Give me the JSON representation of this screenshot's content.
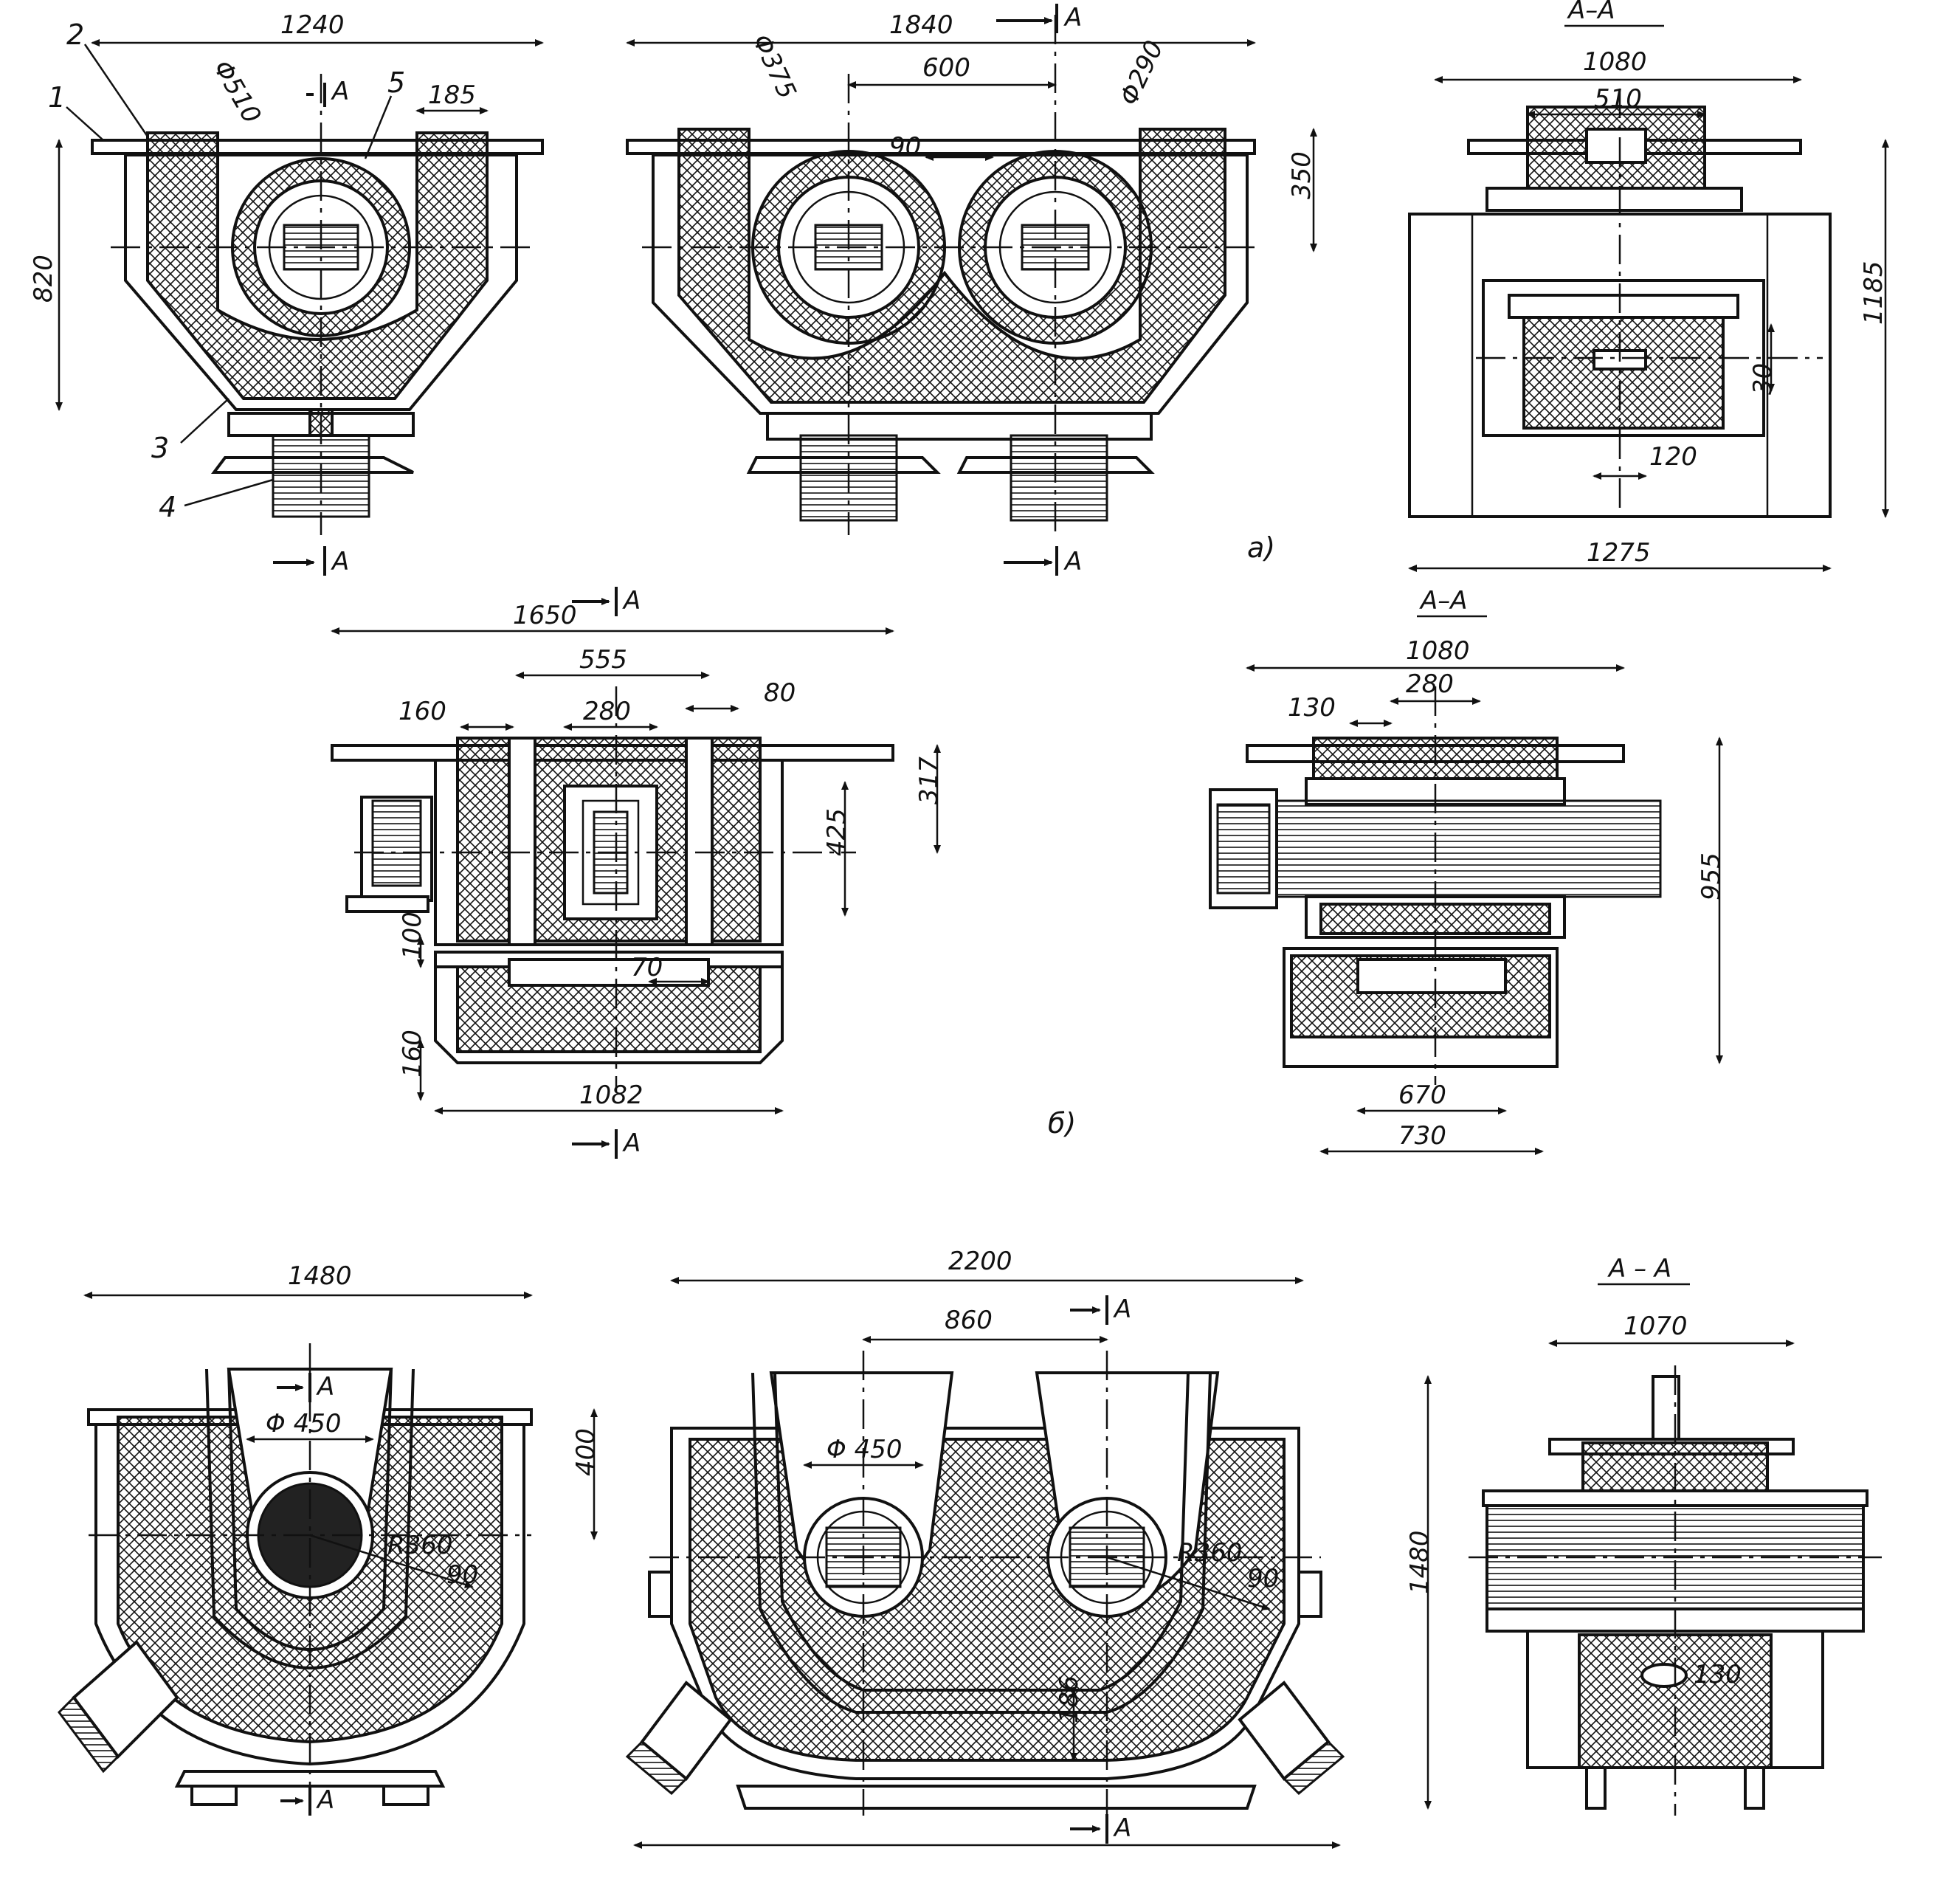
{
  "view_a": {
    "label": "a)",
    "section_title": "A–A",
    "section_mark": "A",
    "parts": [
      "1",
      "2",
      "3",
      "4",
      "5"
    ],
    "dims": {
      "w_single": "1240",
      "d_single": "Φ510",
      "gap": "185",
      "h_single": "820",
      "w_double": "1840",
      "d_double_1": "Φ375",
      "d_double_2": "Φ290",
      "pitch": "600",
      "slot": "90",
      "h_double": "350",
      "sec_top": "1080",
      "sec_core": "510",
      "sec_h": "1185",
      "sec_30": "30",
      "sec_120": "120",
      "sec_w": "1275"
    }
  },
  "view_b": {
    "label": "б)",
    "section_title": "A–A",
    "section_mark": "A",
    "dims": {
      "w_top": "1650",
      "w_555": "555",
      "w_160": "160",
      "w_280": "280",
      "w_80": "80",
      "h_317": "317",
      "h_425": "425",
      "h_100": "100",
      "w_70": "70",
      "h_160": "160",
      "w_bottom": "1082",
      "sec_top": "1080",
      "sec_280": "280",
      "sec_130": "130",
      "sec_h": "955",
      "sec_670": "670",
      "sec_730": "730"
    }
  },
  "view_c": {
    "section_title": "A – A",
    "section_mark": "A",
    "dims": {
      "w_single": "1480",
      "d_single": "Φ 450",
      "h_400": "400",
      "r_single": "R360",
      "t_single": "90",
      "w_double": "2200",
      "pitch": "860",
      "d_double": "Φ 450",
      "r_double": "R360",
      "t_double": "90",
      "t_186": "186",
      "sec_top": "1070",
      "sec_h": "1480",
      "sec_130": "130"
    }
  }
}
